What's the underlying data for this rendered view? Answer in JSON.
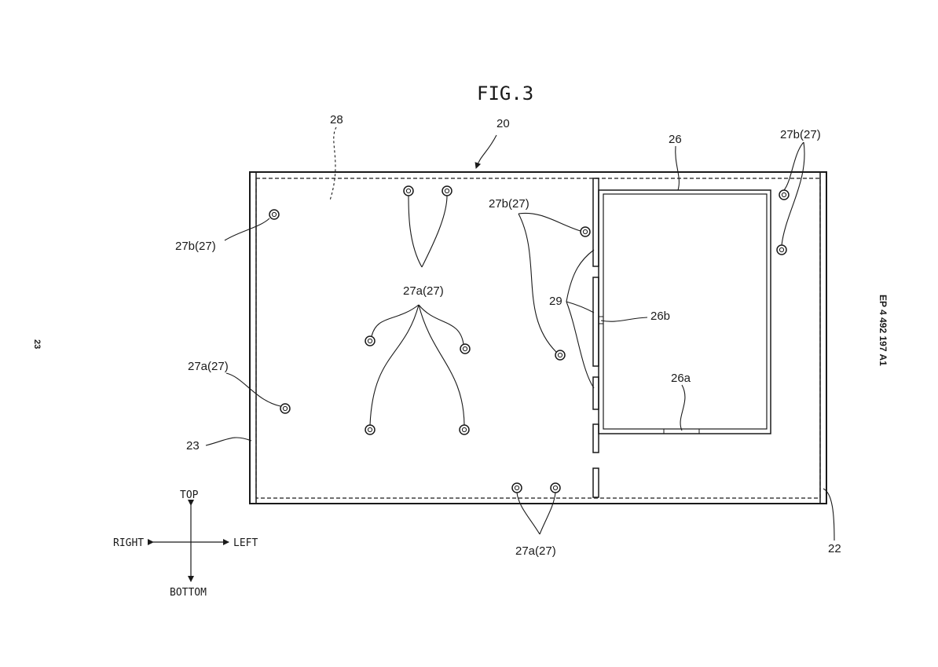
{
  "figure": {
    "title": "FIG.3",
    "page_number": "23",
    "publication": "EP 4 492 197 A1"
  },
  "labels": {
    "ref_20": "20",
    "ref_22": "22",
    "ref_23": "23",
    "ref_26": "26",
    "ref_26a": "26a",
    "ref_26b": "26b",
    "ref_28": "28",
    "ref_29": "29",
    "ref_27a_center": "27a(27)",
    "ref_27a_left": "27a(27)",
    "ref_27a_bottom": "27a(27)",
    "ref_27b_left": "27b(27)",
    "ref_27b_mid": "27b(27)",
    "ref_27b_right": "27b(27)"
  },
  "directions": {
    "top": "TOP",
    "bottom": "BOTTOM",
    "right": "RIGHT",
    "left": "LEFT"
  }
}
